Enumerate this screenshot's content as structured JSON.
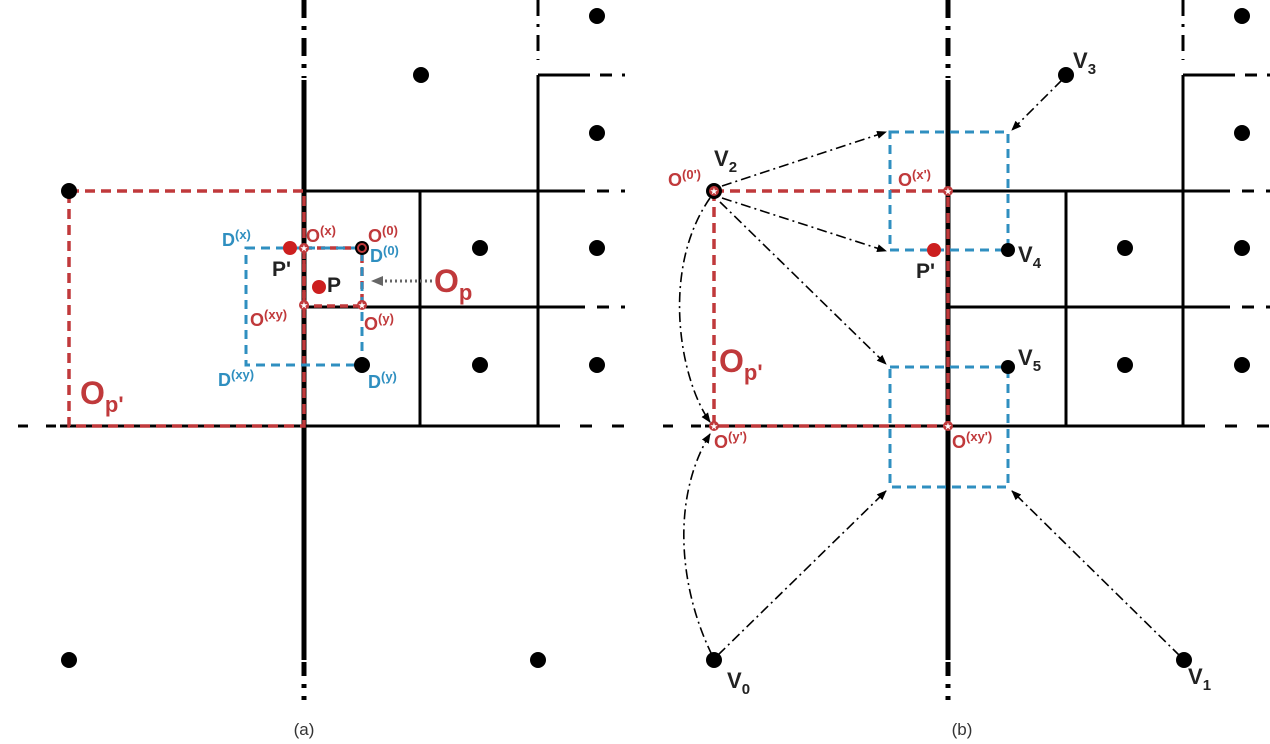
{
  "colors": {
    "red": "#c0393b",
    "blue": "#2f8fc0",
    "black": "#000000"
  },
  "panel_a": {
    "caption": "(a)",
    "labels": {
      "d_x": "D",
      "d_x_sup": "(x)",
      "o_x": "O",
      "o_x_sup": "(x)",
      "o_0": "O",
      "o_0_sup": "(0)",
      "d_0": "D",
      "d_0_sup": "(0)",
      "p_prime": "P'",
      "p": "P",
      "o_p": "O",
      "o_p_sub": "p",
      "o_xy": "O",
      "o_xy_sup": "(xy)",
      "o_y": "O",
      "o_y_sup": "(y)",
      "d_xy": "D",
      "d_xy_sup": "(xy)",
      "d_y": "D",
      "d_y_sup": "(y)",
      "o_pprime": "O",
      "o_pprime_sub": "p'"
    }
  },
  "panel_b": {
    "caption": "(b)",
    "labels": {
      "v3": "V",
      "v3_sub": "3",
      "o_0p": "O",
      "o_0p_sup": "(0')",
      "v2": "V",
      "v2_sub": "2",
      "o_xp": "O",
      "o_xp_sup": "(x')",
      "v4": "V",
      "v4_sub": "4",
      "p_prime": "P'",
      "v5": "V",
      "v5_sub": "5",
      "o_pprime": "O",
      "o_pprime_sub": "p'",
      "o_yp": "O",
      "o_yp_sup": "(y')",
      "o_xyp": "O",
      "o_xyp_sup": "(xy')",
      "v0": "V",
      "v0_sub": "0",
      "v1": "V",
      "v1_sub": "1"
    }
  }
}
